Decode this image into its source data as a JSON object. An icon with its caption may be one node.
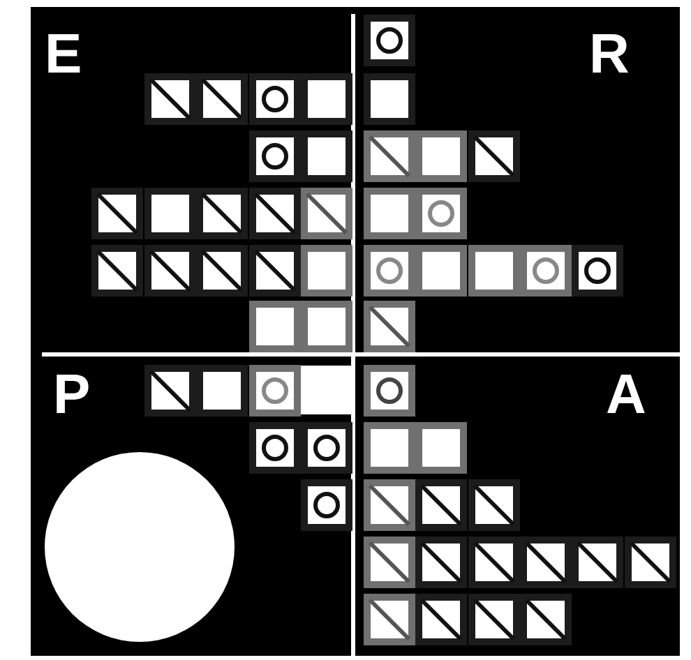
{
  "diagram": {
    "labels": [
      "E",
      "R",
      "P",
      "A"
    ]
  }
}
